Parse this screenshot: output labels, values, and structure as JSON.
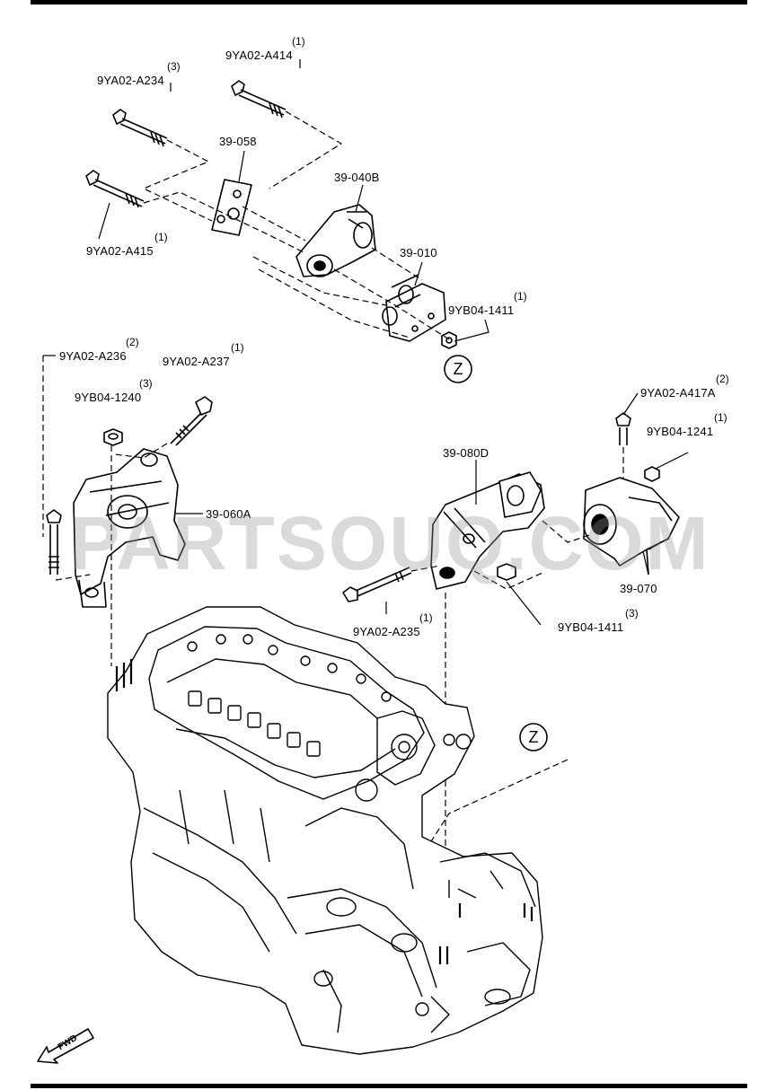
{
  "parts": [
    {
      "id": "p1",
      "code": "9YA02-A414",
      "qty": "(1)"
    },
    {
      "id": "p2",
      "code": "9YA02-A234",
      "qty": "(3)"
    },
    {
      "id": "p3",
      "code": "39-058",
      "qty": ""
    },
    {
      "id": "p4",
      "code": "39-040B",
      "qty": ""
    },
    {
      "id": "p5",
      "code": "9YA02-A415",
      "qty": "(1)"
    },
    {
      "id": "p6",
      "code": "39-010",
      "qty": ""
    },
    {
      "id": "p7",
      "code": "9YB04-1411",
      "qty": "(1)"
    },
    {
      "id": "p8",
      "code": "9YA02-A236",
      "qty": "(2)"
    },
    {
      "id": "p9",
      "code": "9YA02-A237",
      "qty": "(1)"
    },
    {
      "id": "p10",
      "code": "9YB04-1240",
      "qty": "(3)"
    },
    {
      "id": "p11",
      "code": "39-060A",
      "qty": ""
    },
    {
      "id": "p12",
      "code": "9YA02-A417A",
      "qty": "(2)"
    },
    {
      "id": "p13",
      "code": "9YB04-1241",
      "qty": "(1)"
    },
    {
      "id": "p14",
      "code": "39-080D",
      "qty": ""
    },
    {
      "id": "p15",
      "code": "39-070",
      "qty": ""
    },
    {
      "id": "p16",
      "code": "9YA02-A235",
      "qty": "(1)"
    },
    {
      "id": "p17",
      "code": "9YB04-1411",
      "qty": "(3)"
    }
  ],
  "ref_marker": "Z",
  "watermark": "PARTSOUQ.COM",
  "fwd_label": "FWD",
  "colors": {
    "line": "#000000",
    "watermark": "#969696"
  }
}
